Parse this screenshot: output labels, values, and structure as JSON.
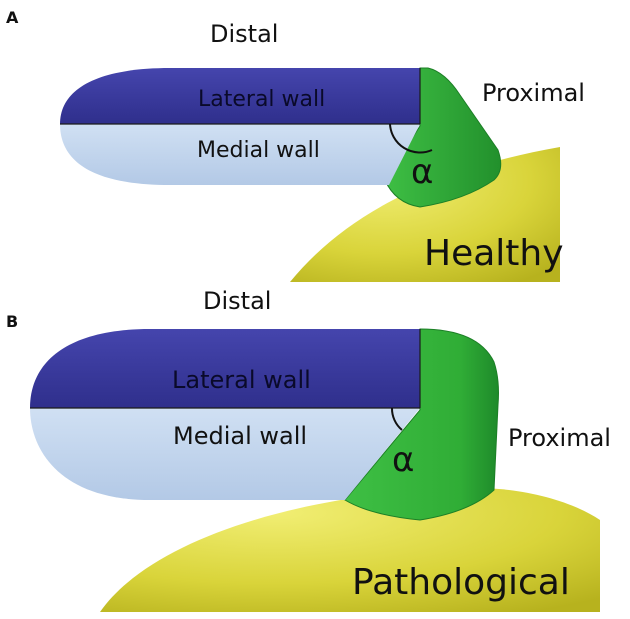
{
  "panels": [
    {
      "letter": "A",
      "distal": "Distal",
      "proximal": "Proximal",
      "lateral": "Lateral wall",
      "medial": "Medial wall",
      "angle": "α",
      "condition": "Healthy"
    },
    {
      "letter": "B",
      "distal": "Distal",
      "proximal": "Proximal",
      "lateral": "Lateral wall",
      "medial": "Medial wall",
      "angle": "α",
      "condition": "Pathological"
    }
  ],
  "colors": {
    "lateral_wall": "#38389a",
    "medial_wall": "#c4d7ef",
    "green_region": "#35b53b",
    "green_dark": "#1f8a2a",
    "yellow_surface": "#d8d43a",
    "yellow_dark": "#b7b21e"
  }
}
